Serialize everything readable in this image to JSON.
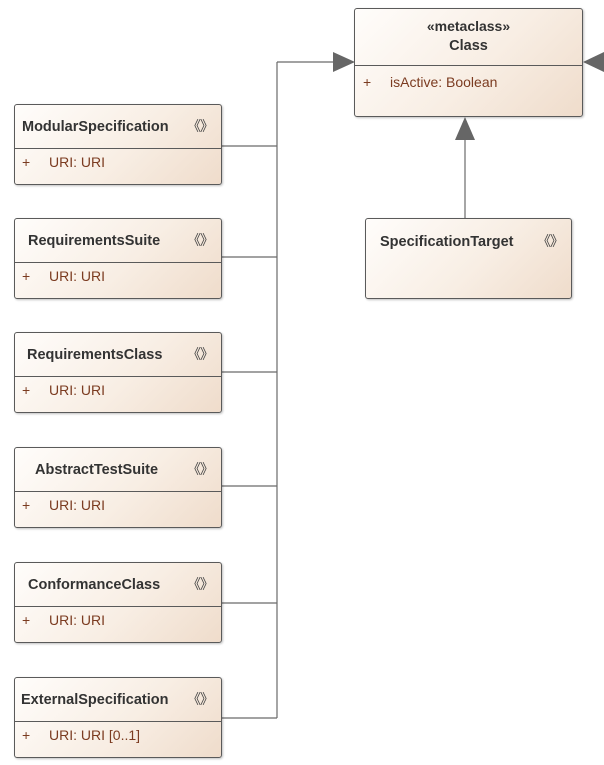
{
  "metaclass": {
    "stereotype": "«metaclass»",
    "name": "Class",
    "attribute": {
      "visibility": "+",
      "text": "isActive: Boolean"
    }
  },
  "specification_target": {
    "name": "SpecificationTarget",
    "icon": "《》"
  },
  "classes": [
    {
      "name": "ModularSpecification",
      "icon": "《》",
      "attribute": {
        "visibility": "+",
        "text": "URI: URI"
      }
    },
    {
      "name": "RequirementsSuite",
      "icon": "《》",
      "attribute": {
        "visibility": "+",
        "text": "URI: URI"
      }
    },
    {
      "name": "RequirementsClass",
      "icon": "《》",
      "attribute": {
        "visibility": "+",
        "text": "URI: URI"
      }
    },
    {
      "name": "AbstractTestSuite",
      "icon": "《》",
      "attribute": {
        "visibility": "+",
        "text": "URI: URI"
      }
    },
    {
      "name": "ConformanceClass",
      "icon": "《》",
      "attribute": {
        "visibility": "+",
        "text": "URI: URI"
      }
    },
    {
      "name": "ExternalSpecification",
      "icon": "《》",
      "attribute": {
        "visibility": "+",
        "text": "URI: URI [0..1]"
      }
    }
  ],
  "colors": {
    "line": "#6a6a6a",
    "arrow": "#666666",
    "attribute_text": "#7b3b20",
    "node_border": "#5a5a5a"
  }
}
